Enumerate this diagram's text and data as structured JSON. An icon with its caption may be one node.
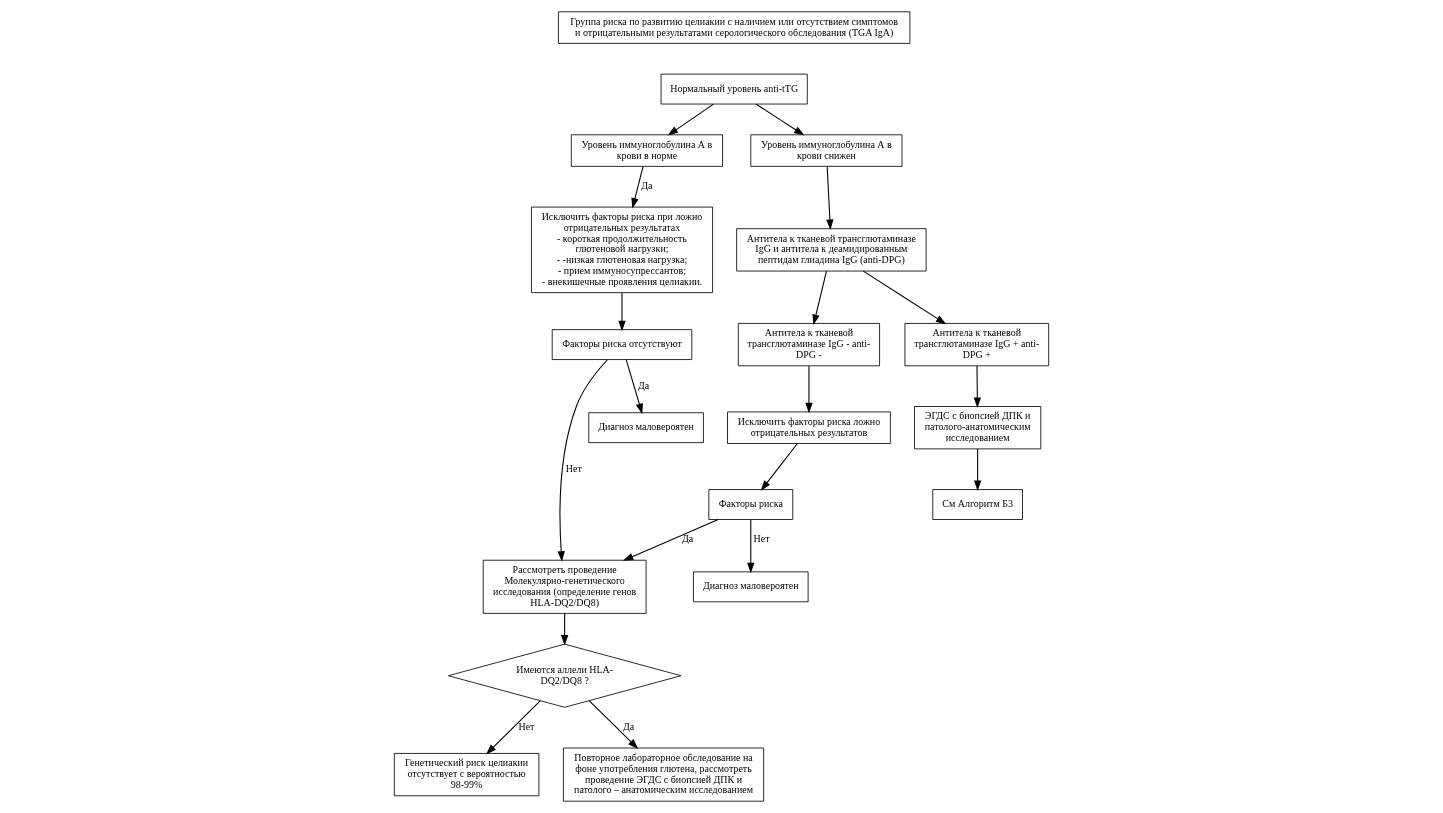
{
  "diagram": {
    "nodes": [
      {
        "text": [
          "Группа риска по развитию целиакии с наличием или отсутствием симптомов и отрицательными результатами серологического обследования (TGA IgA)"
        ]
      },
      {
        "text": [
          "Нормальный уровень anti-tTG"
        ]
      },
      {
        "text": [
          "Уровень иммуноглобулина А в крови в норме"
        ]
      },
      {
        "text": [
          "Уровень иммуноглобулина А в крови снижен"
        ]
      },
      {
        "text": [
          "Исключить факторы риска при ложно отрицательных результатах",
          "- короткая продолжительность глютеновой нагрузки;",
          "- -низкая глютеновая нагрузка;",
          "- прием иммуносупрессантов;",
          "- внекишечные проявления целиакии."
        ]
      },
      {
        "text": [
          "Антитела к тканевой трансглютаминазе IgG и антитела к деамидированным пептидам глиадина IgG (anti-DPG)"
        ]
      },
      {
        "text": [
          "Факторы риска отсутствуют"
        ]
      },
      {
        "text": [
          "Рассмотреть проведение Молекулярно-генетического исследования (определение генов HLA-DQ2/DQ8)"
        ]
      },
      {
        "text": [
          "Антитела к тканевой трансглютаминазе IgG - anti-DPG -"
        ]
      },
      {
        "text": [
          "Антитела к тканевой трансглютаминазе IgG + anti-DPG +"
        ]
      },
      {
        "text": [
          "Диагноз маловероятен"
        ]
      },
      {
        "text": [
          "Исключить факторы риска ложно отрицательных результатов"
        ]
      },
      {
        "text": [
          "ЭГДС с биопсией ДПК и патолого-анатомическим исследованием"
        ]
      },
      {
        "text": [
          "Имеются аллели HLA-DQ2/DQ8 ?"
        ]
      },
      {
        "text": [
          "Факторы риска"
        ]
      },
      {
        "text": [
          "См Алгоритм Б3"
        ]
      },
      {
        "text": [
          "Генетический риск целиакии отсутствует с вероятностью 98-99%"
        ]
      },
      {
        "text": [
          "Повторное лабораторное обследование на фоне употребления глютена, рассмотреть проведение ЭГДС с биопсией ДПК и патолого – анатомическим исследованием"
        ]
      },
      {
        "text": [
          "Диагноз маловероятен"
        ]
      }
    ],
    "edges": [
      {
        "from": 1,
        "to": 2,
        "arrow": "to"
      },
      {
        "from": 1,
        "to": 3,
        "arrow": "to"
      },
      {
        "from": 2,
        "to": 4,
        "arrow": "to",
        "label": "Да"
      },
      {
        "from": 4,
        "to": 6,
        "arrow": "to"
      },
      {
        "from": 6,
        "to": 7,
        "arrow": "to",
        "label": "Нет"
      },
      {
        "from": 6,
        "to": 10,
        "arrow": "to",
        "label": "Да"
      },
      {
        "from": 3,
        "to": 5,
        "arrow": "to"
      },
      {
        "from": 5,
        "to": 8,
        "arrow": "to"
      },
      {
        "from": 5,
        "to": 9,
        "arrow": "to"
      },
      {
        "from": 8,
        "to": 11,
        "arrow": "to"
      },
      {
        "from": 11,
        "to": 14,
        "arrow": "to"
      },
      {
        "from": 14,
        "to": 7,
        "arrow": "to",
        "label": "Да"
      },
      {
        "from": 14,
        "to": 18,
        "arrow": "to",
        "label": "Нет"
      },
      {
        "from": 9,
        "to": 12,
        "arrow": "to"
      },
      {
        "from": 12,
        "to": 15,
        "arrow": "to"
      },
      {
        "from": 7,
        "to": 13,
        "arrow": "to"
      },
      {
        "from": 13,
        "to": 16,
        "arrow": "to",
        "label": "Нет"
      },
      {
        "from": 13,
        "to": 17,
        "arrow": "to",
        "label": "Да"
      }
    ]
  }
}
